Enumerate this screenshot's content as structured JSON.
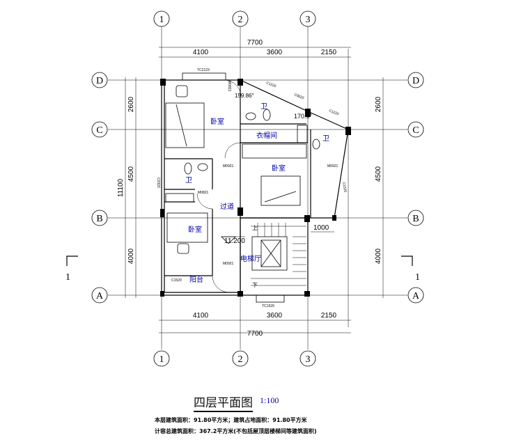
{
  "axes": {
    "columns": [
      "1",
      "2",
      "3"
    ],
    "rows": [
      "D",
      "C",
      "B",
      "A"
    ]
  },
  "dimensions": {
    "total_width": "7700",
    "col_spans": [
      "4100",
      "3600",
      "2150"
    ],
    "total_depth": "11100",
    "row_spans": [
      "2600",
      "4500",
      "4000"
    ],
    "stair_width": "1000"
  },
  "section_mark": "1",
  "rooms": {
    "bedroom_nw": "卧室",
    "bath_n": "卫",
    "closet": "衣帽间",
    "bath_ne": "卫",
    "bedroom_c": "卧室",
    "bath_w": "卫",
    "corridor": "过道",
    "bedroom_sw": "卧室",
    "elevator_hall": "电梯厅",
    "balcony": "阳台"
  },
  "labels": {
    "window_top": "TC2123",
    "window_bottom": "TC1529",
    "window_balcony": "C1520",
    "c1": "C1220",
    "c2": "C0620",
    "c3": "C1220",
    "c4": "C1520",
    "c5": "C0320",
    "door1": "M0921",
    "door2": "M0821",
    "door3": "M0921",
    "door4": "M0921",
    "door5": "M0821",
    "angle1": "159.86°",
    "angle2": "170.9°",
    "elevation": "11.200",
    "stair_up": "上",
    "stair_down": "下"
  },
  "title": "四层平面图",
  "scale": "1:100",
  "notes": [
    "本层建筑面积：91.80平方米；建筑占地面积：91.80平方米",
    "计容总建筑面积：367.2平方米(不包括屋顶层楼梯间等建筑面积)"
  ]
}
